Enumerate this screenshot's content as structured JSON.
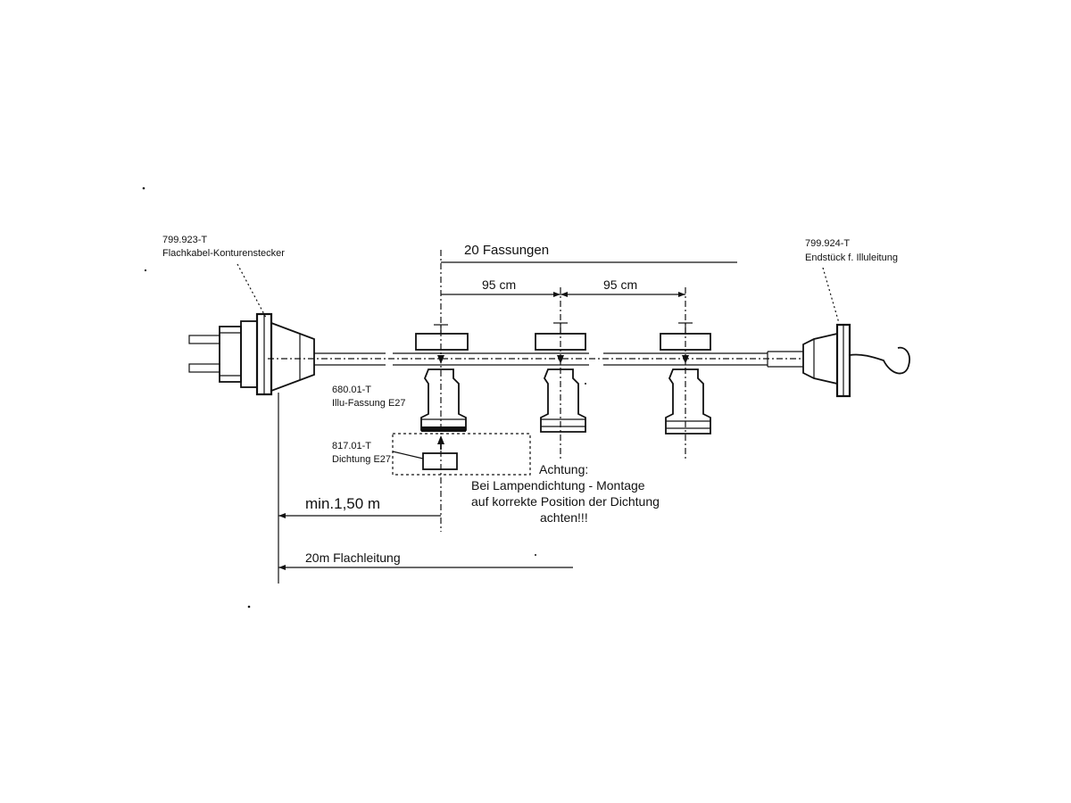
{
  "plug": {
    "part_number": "799.923-T",
    "description": "Flachkabel-Konturenstecker"
  },
  "end_piece": {
    "part_number": "799.924-T",
    "description": "Endstück f. Illuleitung"
  },
  "socket": {
    "part_number": "680.01-T",
    "description": "Illu-Fassung E27"
  },
  "seal": {
    "part_number": "817.01-T",
    "description": "Dichtung E27"
  },
  "dimensions": {
    "sockets_count": "20 Fassungen",
    "spacing_1": "95 cm",
    "spacing_2": "95 cm",
    "min_distance": "min.1,50 m",
    "cable_length": "20m Flachleitung"
  },
  "note": {
    "line_1": "Achtung:",
    "line_2": "Bei Lampendichtung  -  Montage",
    "line_3": "auf korrekte Position der Dichtung",
    "line_4": "achten!!!"
  },
  "colors": {
    "ink": "#111111",
    "background": "#ffffff"
  }
}
